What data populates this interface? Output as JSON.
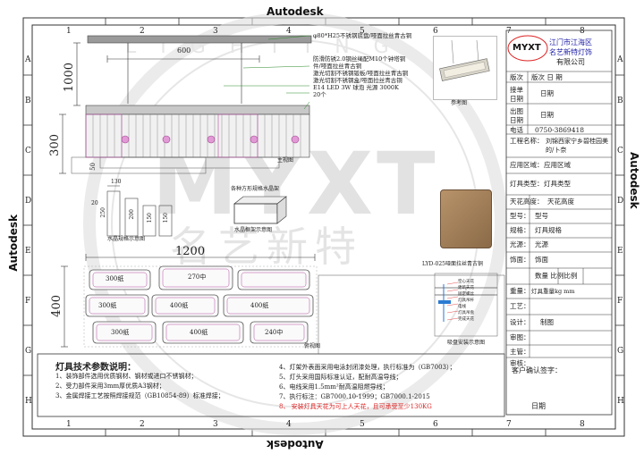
{
  "sheet": {
    "watermark_brand": "MYXT",
    "watermark_cn": "名艺新特",
    "watermark_ring": "L I G H T I N G",
    "autodesk": "Autodesk",
    "col_numbers": [
      "1",
      "2",
      "3",
      "4",
      "5",
      "6",
      "7",
      "8"
    ],
    "row_letters": [
      "A",
      "B",
      "C",
      "D",
      "E",
      "F",
      "G",
      "H"
    ]
  },
  "top_view": {
    "dim_600": "600",
    "dim_1000": "1000",
    "dim_300": "300",
    "dim_50": "50",
    "caption": "主视图",
    "annotations": [
      "φ80*H25不锈钢底盘/哑面拉丝青古铜",
      "防滑防锈2.0钢丝绳配M10个钟塔铜",
      "件/哑面拉丝青古铜",
      "激光切割不锈钢钣板/哑面拉丝青古铜",
      "激光切割不锈钢盒/哑面拉丝青古铜",
      "E14 LED 3W 球泡 光源 3000K",
      "20个"
    ]
  },
  "crystal": {
    "title": "水晶规格示意图",
    "dims": [
      "130",
      "250",
      "200",
      "150",
      "150"
    ],
    "dim_20": "20",
    "box_title": "各种方形规格水晶架",
    "box_caption": "水晶框架示意图"
  },
  "plan_view": {
    "dim_1200": "1200",
    "dim_400": "400",
    "boxes": [
      "300纸",
      "270中",
      "300纸",
      "400纸",
      "400纸",
      "300纸",
      "400纸",
      "240中"
    ],
    "caption": "俯视图"
  },
  "ref_photo": {
    "caption": "参考图"
  },
  "finish_sample": {
    "caption": "LYD-025哑面拉丝青古铜"
  },
  "mount": {
    "caption": "吸盘安装示意图",
    "labels": [
      "空心天花",
      "建筑天花",
      "固定螺丝",
      "灯具吊杆",
      "电线",
      "灯具吊盘",
      "完成天花"
    ]
  },
  "title_block": {
    "company_line1": "江门市江海区",
    "company_line2": "名艺新特灯饰",
    "company_line3": "有限公司",
    "logo": "MYXT",
    "rows": [
      {
        "label": "版次",
        "value": "版次   日  期"
      },
      {
        "label": "接单日期",
        "value": "日期"
      },
      {
        "label": "出图日期",
        "value": "日期"
      },
      {
        "label": "电话",
        "value": "0750-3869418"
      },
      {
        "label": "工程名称：",
        "value": "刘锦西家宁乡碧桂园美的/卜奈"
      },
      {
        "label": "应用区域：",
        "value": "应用区域"
      },
      {
        "label": "灯具类型：",
        "value": "灯具类型"
      },
      {
        "label": "天花高度：",
        "value": "天花高度"
      },
      {
        "label": "型号：",
        "value": "型号"
      },
      {
        "label": "规格：",
        "value": "灯具规格"
      },
      {
        "label": "光源：",
        "value": "光源"
      },
      {
        "label": "饰面：",
        "value": "饰面"
      },
      {
        "label": "",
        "value": "数量     比例比例"
      },
      {
        "label": "重量：",
        "value": "灯具重量kg    mm"
      },
      {
        "label": "工艺：",
        "value": ""
      },
      {
        "label": "设计：",
        "value": ""
      },
      {
        "label": "审图：",
        "value": "制图"
      },
      {
        "label": "主管：",
        "value": ""
      },
      {
        "label": "审核：",
        "value": ""
      }
    ],
    "customer_confirm": "客户确认签字：",
    "date": "日期"
  },
  "specs": {
    "heading": "灯具技术参数说明：",
    "left_items": [
      "1、装饰部件选用优质钢材、钢材或进口不锈钢材；",
      "2、受力部件采用3mm厚优质A3钢材；",
      "3、金属焊接工艺按照焊接规范（GB10854-89）标准焊接；"
    ],
    "right_items": [
      "4、灯架外表面采用电泳封闭漆处理，执行标准为（GB7003）；",
      "5、灯头采用国际标准认证，配耐高温导线；",
      "6、电线采用1.5mm²耐高温阻燃导线；",
      "7、执行标注：GB7000.10-1999；GB7000.1-2015"
    ],
    "warning": "8、   安装灯具天花为可上人天花，且可承受至少130KG"
  }
}
